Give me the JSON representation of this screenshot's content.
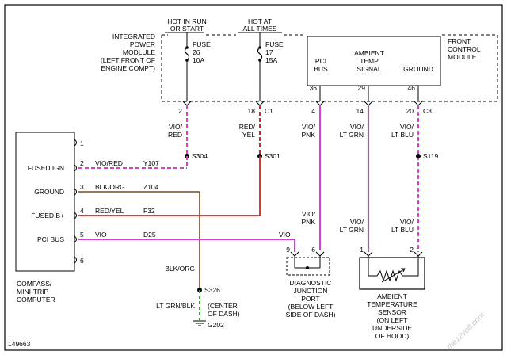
{
  "colors": {
    "vio": "#d63fd6",
    "red": "#e02020",
    "brown": "#7a4a1e",
    "green": "#22b022",
    "black": "#000000"
  },
  "labels": {
    "hot_run_start_1": "HOT IN RUN",
    "hot_run_start_2": "OR START",
    "hot_all_1": "HOT AT",
    "hot_all_2": "ALL TIMES",
    "ipm_1": "INTEGRATED",
    "ipm_2": "POWER",
    "ipm_3": "MODLULE",
    "ipm_4": "(LEFT FRONT OF",
    "ipm_5": "ENGINE COMPT)",
    "fuse26_1": "FUSE",
    "fuse26_2": "26",
    "fuse26_3": "10A",
    "fuse17_1": "FUSE",
    "fuse17_2": "17",
    "fuse17_3": "15A",
    "fcm_1": "FRONT",
    "fcm_2": "CONTROL",
    "fcm_3": "MODULE",
    "pci_bus_1": "PCI",
    "pci_bus_2": "BUS",
    "amb_sig_1": "AMBIENT",
    "amb_sig_2": "TEMP",
    "amb_sig_3": "SIGNAL",
    "fcm_ground": "GROUND",
    "pin36": "36",
    "pin29": "29",
    "pin46": "46",
    "pin2_top": "2",
    "pin18": "18",
    "c1": "C1",
    "pin4_top": "4",
    "pin14": "14",
    "pin20": "20",
    "c3": "C3",
    "w1_a": "VIO/",
    "w1_b": "RED",
    "w2_a": "RED/",
    "w2_b": "YEL",
    "w3_a": "VIO/",
    "w3_b": "PNK",
    "w4_a": "VIO/",
    "w4_b": "LT GRN",
    "w5_a": "VIO/",
    "w5_b": "LT BLU",
    "s304": "S304",
    "s301": "S301",
    "s119": "S119",
    "pin1": "1",
    "pin2": "2",
    "pin3": "3",
    "pin4": "4",
    "pin5": "5",
    "pin6": "6",
    "fused_ign": "FUSED IGN",
    "ground": "GROUND",
    "fused_b": "FUSED B+",
    "pci_bus": "PCI BUS",
    "wire_vio_red": "VIO/RED",
    "y107": "Y107",
    "wire_blk_org": "BLK/ORG",
    "z104": "Z104",
    "wire_red_yel": "RED/YEL",
    "f32": "F32",
    "wire_vio": "VIO",
    "d25": "D25",
    "wire_vio_right": "VIO",
    "w6_a": "VIO/",
    "w6_b": "PNK",
    "w7_a": "VIO/",
    "w7_b": "LT GRN",
    "w8_a": "VIO/",
    "w8_b": "LT BLU",
    "djp_pin9": "9",
    "djp_pin6": "6",
    "sensor_pin1": "1",
    "sensor_pin2": "2",
    "blk_org_vert": "BLK/ORG",
    "s326": "S326",
    "lt_grn_blk": "LT GRN/BLK",
    "center_1": "(CENTER",
    "center_2": "OF DASH)",
    "g202": "G202",
    "compass_1": "COMPASS/",
    "compass_2": "MINI-TRIP",
    "compass_3": "COMPUTER",
    "djp_1": "DIAGNOSTIC",
    "djp_2": "JUNCTION",
    "djp_3": "PORT",
    "djp_4": "(BELOW LEFT",
    "djp_5": "SIDE OF DASH)",
    "ats_1": "AMBIENT",
    "ats_2": "TEMPERATURE",
    "ats_3": "SENSOR",
    "ats_4": "(ON LEFT",
    "ats_5": "UNDERSIDE",
    "ats_6": "OF HOOD)",
    "fig_number": "149663",
    "watermark": "the12volt.com"
  }
}
